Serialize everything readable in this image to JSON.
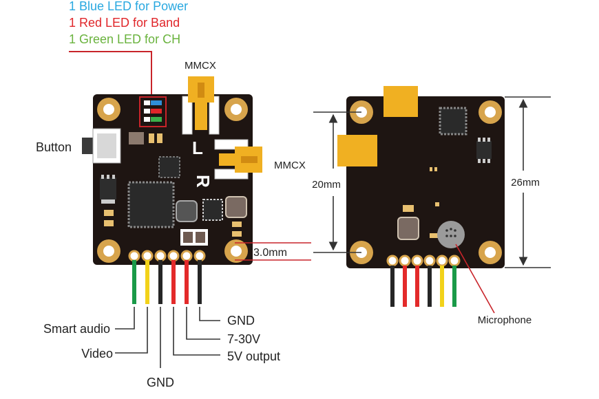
{
  "led_notes": [
    {
      "text": "1 Blue LED for Power",
      "color": "#29a8e0"
    },
    {
      "text": "1 Red LED for Band",
      "color": "#e0262a"
    },
    {
      "text": "1 Green LED for CH",
      "color": "#6ab33e"
    }
  ],
  "front": {
    "mmcx_top": "MMCX",
    "mmcx_right": "MMCX",
    "button": "Button",
    "silk_left": "L",
    "silk_right": "R",
    "dimension": "3.0mm"
  },
  "back": {
    "dim_left": "20mm",
    "dim_right": "26mm",
    "microphone": "Microphone"
  },
  "wires": {
    "smart_audio": "Smart audio",
    "video": "Video",
    "gnd_bottom": "GND",
    "gnd_right": "GND",
    "vin": "7-30V",
    "v5": "5V output"
  },
  "colors": {
    "board": "#1e1512",
    "gold": "#d7a44c",
    "connector": "#f0b022",
    "chip": "#2a2a2a",
    "wire_green": "#1a9a48",
    "wire_yellow": "#f2d21a",
    "wire_black": "#262626",
    "wire_red": "#e32a2a",
    "leader": "#333333",
    "led_box": "#c8242a"
  }
}
